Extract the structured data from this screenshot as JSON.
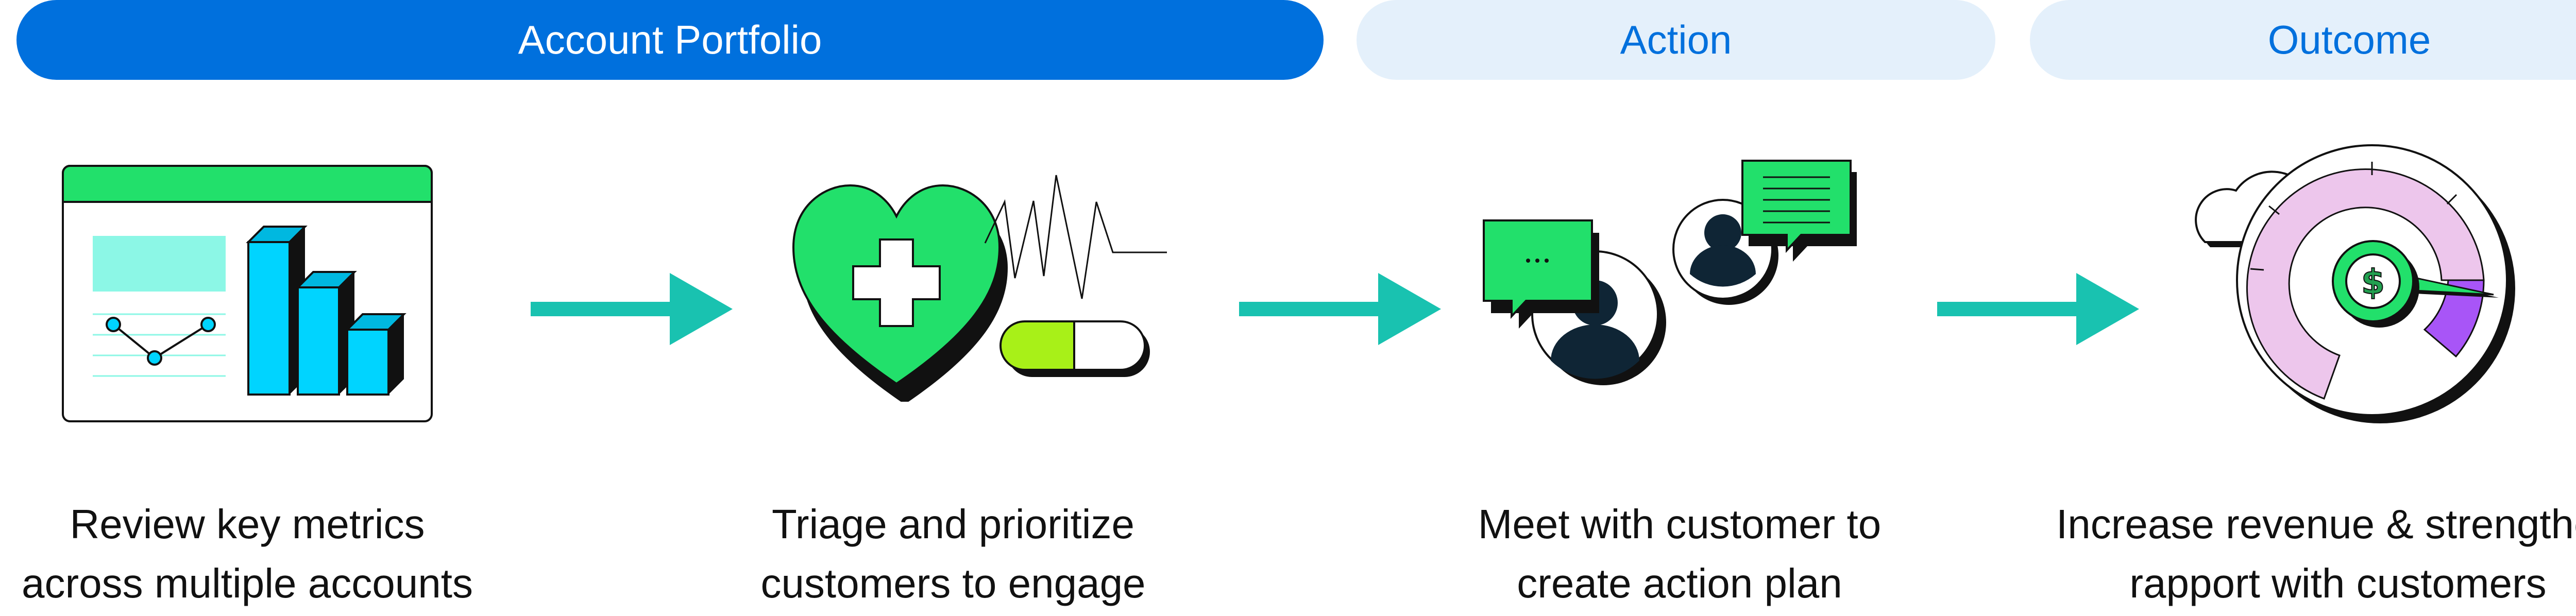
{
  "headers": {
    "portfolio": "Account Portfolio",
    "action": "Action",
    "outcome": "Outcome"
  },
  "steps": [
    {
      "line1": "Review key metrics",
      "line2": "across multiple accounts",
      "icon": "dashboard-chart-icon"
    },
    {
      "line1": "Triage and prioritize",
      "line2": "customers to engage",
      "icon": "health-heart-icon"
    },
    {
      "line1": "Meet with customer to",
      "line2": "create action plan",
      "icon": "customer-chat-icon"
    },
    {
      "line1": "Increase revenue & strengthen",
      "line2": "rapport with customers",
      "icon": "revenue-gauge-icon"
    }
  ],
  "colors": {
    "primary_blue": "#0070dd",
    "light_blue": "#e4f0fb",
    "teal_arrow": "#19c2b0",
    "green": "#22e06b",
    "cyan": "#00d4ff",
    "lime": "#a8f018",
    "purple": "#a855f7",
    "pink": "#edc6ec"
  }
}
